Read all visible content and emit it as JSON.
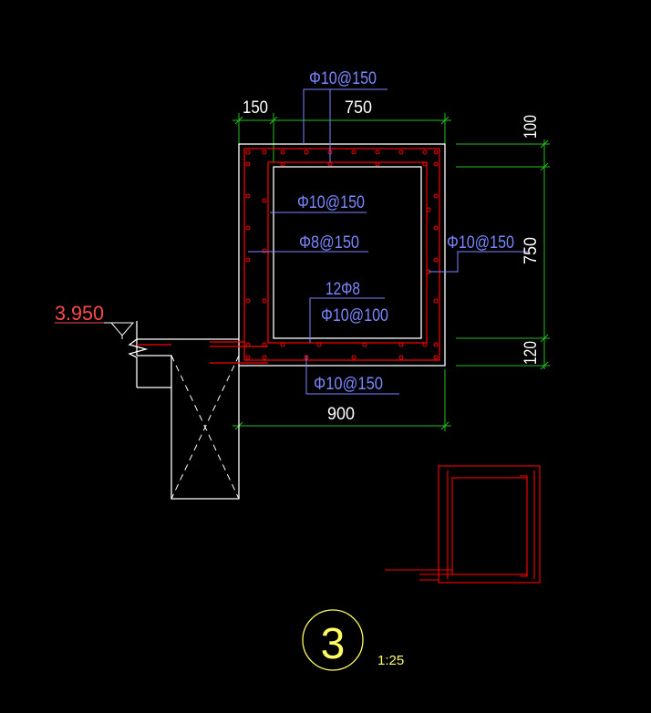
{
  "annotations": {
    "top_rebar": "Φ10@150",
    "inner_upper_rebar": "Φ10@150",
    "inner_mid_rebar": "Φ8@150",
    "right_rebar": "Φ10@150",
    "longitudinal_bars": "12Φ8",
    "stirrups": "Φ10@100",
    "bottom_rebar": "Φ10@150"
  },
  "dimensions": {
    "top_left": "150",
    "top_right": "750",
    "right_top": "100",
    "right_mid": "750",
    "right_bottom": "120",
    "bottom_total": "900"
  },
  "elevation": "3.950",
  "detail": {
    "number": "3",
    "scale": "1:25"
  },
  "colors": {
    "background": "#000000",
    "outline": "#ffffff",
    "rebar": "#ff0000",
    "leader_text": "#7a86ff",
    "dimension": "#20c020",
    "elevation": "#ff4a4a",
    "callout": "#ffff60"
  }
}
